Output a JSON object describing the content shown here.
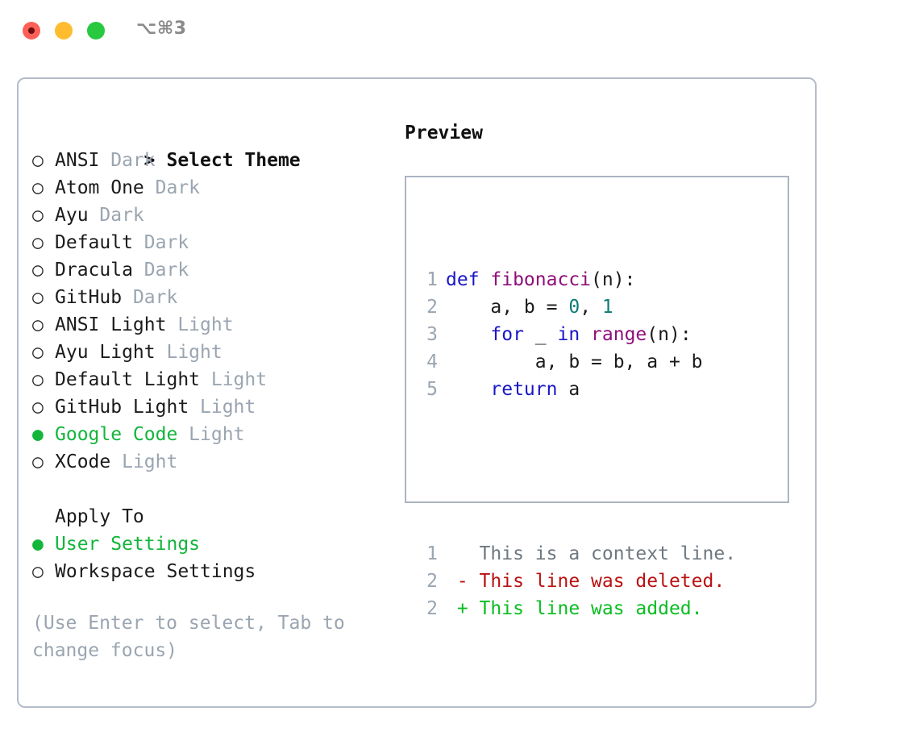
{
  "window": {
    "shortcut": "⌥⌘3",
    "traffic_lights": [
      {
        "name": "close",
        "color": "#fd6058"
      },
      {
        "name": "minimize",
        "color": "#febc2e"
      },
      {
        "name": "maximize",
        "color": "#28c840"
      }
    ]
  },
  "accent": {
    "selected_green": "#13b53b",
    "muted_gray": "#9aa5b1",
    "panel_border": "#b3bcca"
  },
  "theme_picker": {
    "caret": ">",
    "title": "Select Theme",
    "bullet_on": "●",
    "bullet_off": "○",
    "items": [
      {
        "name": "ANSI",
        "variant": "Dark",
        "selected": false
      },
      {
        "name": "Atom One",
        "variant": "Dark",
        "selected": false
      },
      {
        "name": "Ayu",
        "variant": "Dark",
        "selected": false
      },
      {
        "name": "Default",
        "variant": "Dark",
        "selected": false
      },
      {
        "name": "Dracula",
        "variant": "Dark",
        "selected": false
      },
      {
        "name": "GitHub",
        "variant": "Dark",
        "selected": false
      },
      {
        "name": "ANSI Light",
        "variant": "Light",
        "selected": false
      },
      {
        "name": "Ayu Light",
        "variant": "Light",
        "selected": false
      },
      {
        "name": "Default Light",
        "variant": "Light",
        "selected": false
      },
      {
        "name": "GitHub Light",
        "variant": "Light",
        "selected": false
      },
      {
        "name": "Google Code",
        "variant": "Light",
        "selected": true
      },
      {
        "name": "XCode",
        "variant": "Light",
        "selected": false
      }
    ]
  },
  "apply_to": {
    "title": "Apply To",
    "options": [
      {
        "name": "User Settings",
        "selected": true
      },
      {
        "name": "Workspace Settings",
        "selected": false
      }
    ]
  },
  "hint": "(Use Enter to select, Tab to change focus)",
  "preview": {
    "title": "Preview",
    "code_lines": [
      {
        "number": "1",
        "tokens": [
          {
            "t": "def ",
            "c": "kw"
          },
          {
            "t": "fibonacci",
            "c": "fn"
          },
          {
            "t": "(n):",
            "c": "pl"
          }
        ]
      },
      {
        "number": "2",
        "tokens": [
          {
            "t": "    a, b = ",
            "c": "pl"
          },
          {
            "t": "0",
            "c": "num"
          },
          {
            "t": ", ",
            "c": "pl"
          },
          {
            "t": "1",
            "c": "num"
          }
        ]
      },
      {
        "number": "3",
        "tokens": [
          {
            "t": "    for",
            "c": "kw"
          },
          {
            "t": " _ ",
            "c": "pl"
          },
          {
            "t": "in ",
            "c": "kw"
          },
          {
            "t": "range",
            "c": "fn"
          },
          {
            "t": "(n):",
            "c": "pl"
          }
        ]
      },
      {
        "number": "4",
        "tokens": [
          {
            "t": "        a, b = b, a + b",
            "c": "pl"
          }
        ]
      },
      {
        "number": "5",
        "tokens": [
          {
            "t": "    return",
            "c": "kw"
          },
          {
            "t": " a",
            "c": "pl"
          }
        ]
      }
    ],
    "diff_lines": [
      {
        "number": "1",
        "marker": " ",
        "text": " This is a context line.",
        "kind": "ctx"
      },
      {
        "number": "2",
        "marker": "-",
        "text": " This line was deleted.",
        "kind": "del"
      },
      {
        "number": "2",
        "marker": "+",
        "text": " This line was added.",
        "kind": "add"
      }
    ]
  }
}
